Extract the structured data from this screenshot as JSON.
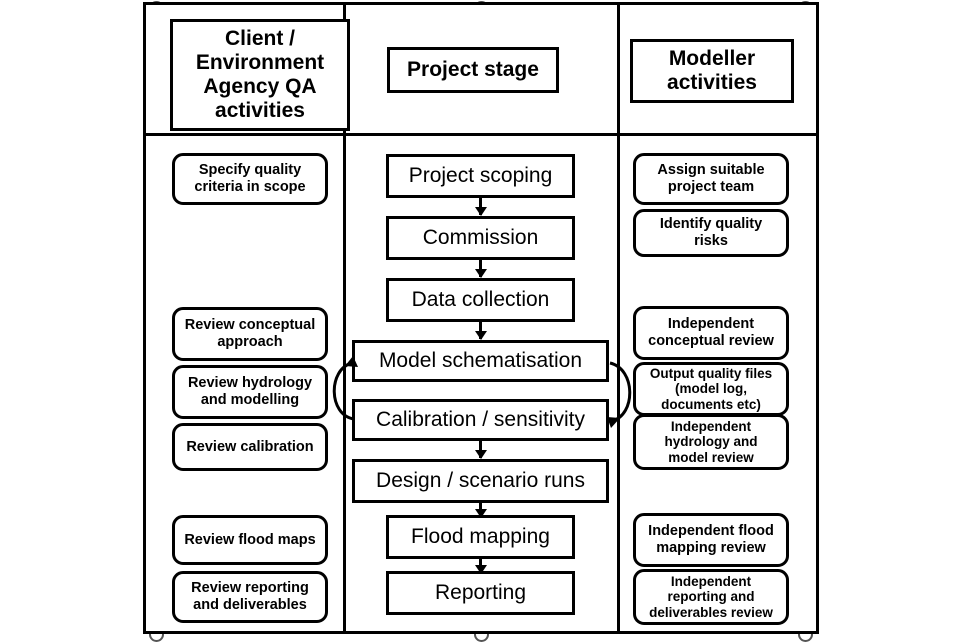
{
  "diagram": {
    "title": "Flood modelling project quality assurance flowchart",
    "type": "swimlane-flowchart",
    "columns": [
      {
        "id": "client",
        "header": "Client /\nEnvironment\nAgency QA\nactivities"
      },
      {
        "id": "stage",
        "header": "Project stage"
      },
      {
        "id": "modeller",
        "header": "Modeller\nactivities"
      }
    ],
    "client_activities": [
      {
        "label": "Specify quality\ncriteria in scope"
      },
      {
        "label": "Review conceptual\napproach"
      },
      {
        "label": "Review hydrology\nand modelling"
      },
      {
        "label": "Review calibration"
      },
      {
        "label": "Review flood maps"
      },
      {
        "label": "Review reporting\nand deliverables"
      }
    ],
    "project_stages": [
      {
        "label": "Project scoping"
      },
      {
        "label": "Commission"
      },
      {
        "label": "Data collection"
      },
      {
        "label": "Model schematisation"
      },
      {
        "label": "Calibration / sensitivity"
      },
      {
        "label": "Design / scenario runs"
      },
      {
        "label": "Flood mapping"
      },
      {
        "label": "Reporting"
      }
    ],
    "modeller_activities": [
      {
        "label": "Assign suitable\nproject team"
      },
      {
        "label": "Identify quality risks"
      },
      {
        "label": "Independent\nconceptual review"
      },
      {
        "label": "Output quality files\n(model log,\ndocuments etc)"
      },
      {
        "label": "Independent\nhydrology and\nmodel review"
      },
      {
        "label": "Independent flood\nmapping review"
      },
      {
        "label": "Independent\nreporting and\ndeliverables review"
      }
    ],
    "connectors": [
      {
        "from": "Project scoping",
        "to": "Commission",
        "kind": "arrow-down"
      },
      {
        "from": "Commission",
        "to": "Data collection",
        "kind": "arrow-down"
      },
      {
        "from": "Data collection",
        "to": "Model schematisation",
        "kind": "arrow-down"
      },
      {
        "from": "Model schematisation",
        "to": "Calibration / sensitivity",
        "kind": "loop-right-down"
      },
      {
        "from": "Calibration / sensitivity",
        "to": "Model schematisation",
        "kind": "loop-left-up"
      },
      {
        "from": "Calibration / sensitivity",
        "to": "Design / scenario runs",
        "kind": "arrow-down"
      },
      {
        "from": "Design / scenario runs",
        "to": "Flood mapping",
        "kind": "arrow-down"
      },
      {
        "from": "Flood mapping",
        "to": "Reporting",
        "kind": "arrow-down"
      }
    ],
    "colors": {
      "line": "#000000",
      "background": "#ffffff",
      "selection_frame": "#8c8c8c",
      "selection_handle": "#555555"
    }
  }
}
